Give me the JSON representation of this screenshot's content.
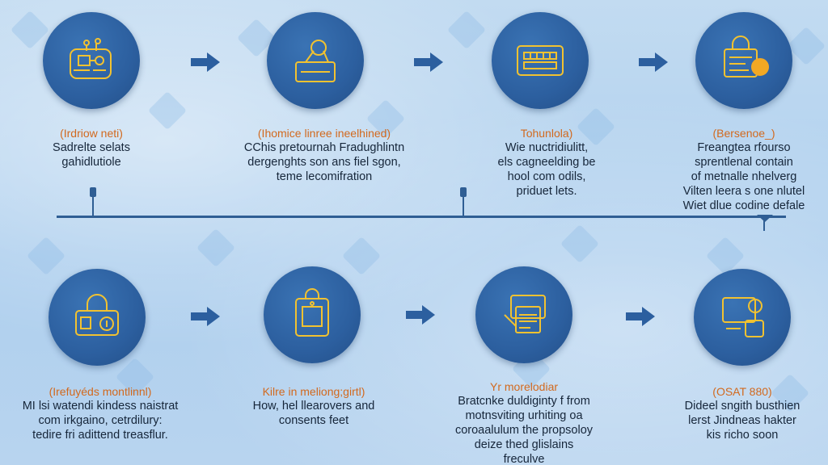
{
  "colors": {
    "node_fill": "#2c5f9f",
    "icon_stroke": "#f2c230",
    "title_text": "#d2691e",
    "body_text": "#16263a",
    "timeline": "#2f5e94"
  },
  "steps": [
    {
      "icon": "circuit-board-icon",
      "title": "(Irdriow neti)",
      "desc": "Sadrelte selats\ngahidlutiole"
    },
    {
      "icon": "robot-arm-box-icon",
      "title": "(Ihomice linree ineelhined)",
      "desc": "CChis pretournah Fradughlintn\ndergenghts son ans fiel sgon,\nteme lecomifration"
    },
    {
      "icon": "display-panel-icon",
      "title": "Tohunlola)",
      "desc": "Wie nuctridiulitt,\nels cagneelding be\nhool com odils,\npriduet lets."
    },
    {
      "icon": "lock-badge-icon",
      "title": "(Bersenoe_)",
      "desc": "Freangtea rfourso\nsprentlenal contain\nof metnalle nhelverg\nVilten leera s one nlutel\nWiet dlue codine defale"
    },
    {
      "icon": "padlock-shield-icon",
      "title": "(Irefuyéds montlinnl)",
      "desc": "MI lsi watendi kindess naistrat\ncom irkgaino, cetrdilury:\ntedire fri adittend treasflur."
    },
    {
      "icon": "secure-device-icon",
      "title": "Kilre in meliong;girtl)",
      "desc": "How, hel llearovers and\nconsents feet"
    },
    {
      "icon": "wallet-document-icon",
      "title": "Yr morelodiar",
      "desc": "Bratcnke duldiginty f from\nmotnsviting urhiting oa\ncoroaalulum the propsoloy\ndeize thed glislains\nfreculve"
    },
    {
      "icon": "person-computer-icon",
      "title": "(OSAT 880)",
      "desc": "Dideel sngith busthien\nlerst Jindneas hakter\nkis richo soon"
    }
  ]
}
